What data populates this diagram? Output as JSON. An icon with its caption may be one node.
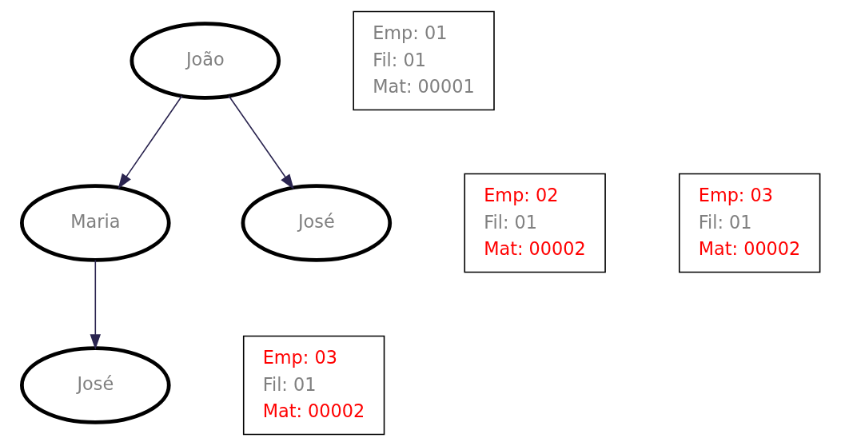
{
  "diagram": {
    "nodes": [
      {
        "text": [
          "João"
        ]
      },
      {
        "text": [
          "Emp: 01",
          "Fil: 01",
          "Mat: 00001"
        ]
      },
      {
        "text": [
          "Emp: 02",
          "Fil: 01",
          "Mat: 00002"
        ]
      },
      {
        "text": [
          "Maria"
        ]
      },
      {
        "text": [
          "José"
        ]
      },
      {
        "text": [
          "Emp: 03",
          "Fil: 01",
          "Mat: 00002"
        ]
      },
      {
        "text": [
          "Emp: 03",
          "Fil: 01",
          "Mat: 00002"
        ]
      },
      {
        "text": [
          "José"
        ]
      }
    ],
    "edges": [
      {
        "from": 0,
        "to": 3,
        "arrow": "to"
      },
      {
        "from": 0,
        "to": 4,
        "arrow": "to"
      },
      {
        "from": 3,
        "to": 7,
        "arrow": "to"
      }
    ]
  }
}
